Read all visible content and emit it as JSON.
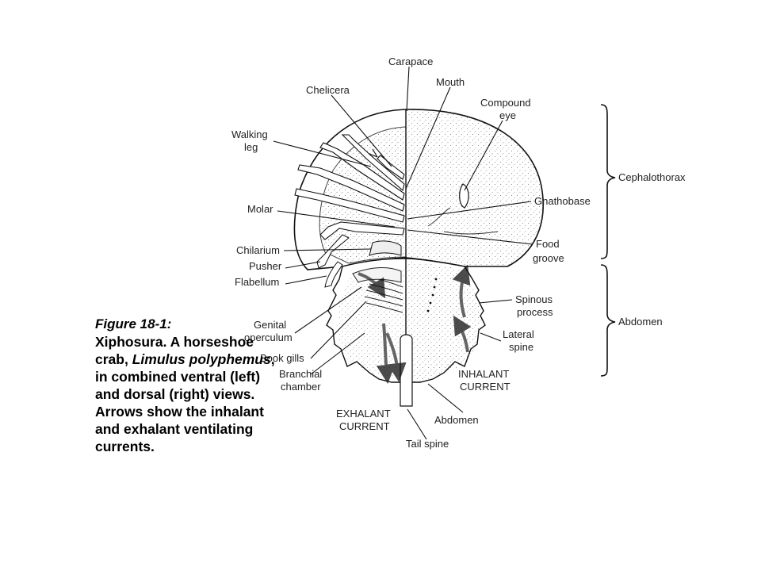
{
  "caption": {
    "figure_label": "Figure 18-1:",
    "line1": "Xiphosura.  A horseshoe crab,",
    "species": "Limulus polyphemus",
    "line2": ", in combined ventral (left) and dorsal (right) views.  Arrows show the inhalant and exhalant ventilating currents."
  },
  "labels": {
    "carapace": "Carapace",
    "mouth": "Mouth",
    "chelicera": "Chelicera",
    "compound_eye_1": "Compound",
    "compound_eye_2": "eye",
    "walking_leg_1": "Walking",
    "walking_leg_2": "leg",
    "gnathobase": "Gnathobase",
    "molar": "Molar",
    "food_groove_1": "Food",
    "food_groove_2": "groove",
    "chilarium": "Chilarium",
    "pusher": "Pusher",
    "flabellum": "Flabellum",
    "spinous_process_1": "Spinous",
    "spinous_process_2": "process",
    "genital_operculum_1": "Genital",
    "genital_operculum_2": "operculum",
    "lateral_spine_1": "Lateral",
    "lateral_spine_2": "spine",
    "book_gills": "Book gills",
    "branchial_chamber_1": "Branchial",
    "branchial_chamber_2": "chamber",
    "inhalant_current_1": "INHALANT",
    "inhalant_current_2": "CURRENT",
    "exhalant_current_1": "EXHALANT",
    "exhalant_current_2": "CURRENT",
    "abdomen_label": "Abdomen",
    "tail_spine": "Tail spine",
    "cephalothorax": "Cephalothorax",
    "abdomen_bracket": "Abdomen"
  }
}
